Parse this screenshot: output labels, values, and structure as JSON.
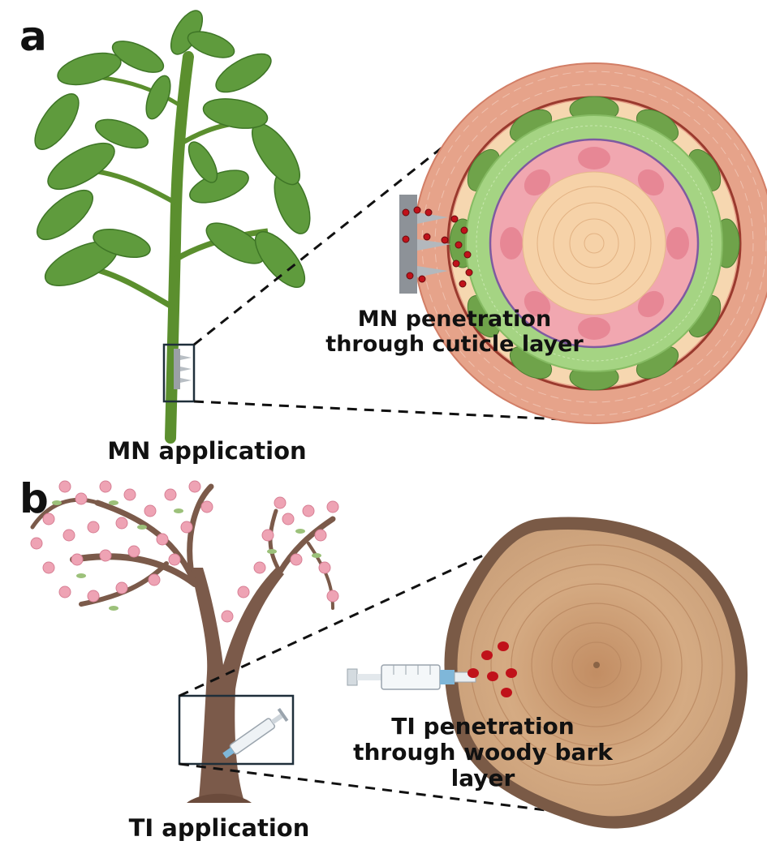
{
  "panel_a": {
    "letter": "a",
    "application_label": "MN application",
    "penetration_label_line1": "MN penetration",
    "penetration_label_line2": "through cuticle layer"
  },
  "panel_b": {
    "letter": "b",
    "application_label": "TI application",
    "penetration_label_line1": "TI penetration",
    "penetration_label_line2": "through woody bark",
    "penetration_label_line3": "layer"
  },
  "colors": {
    "leaf": "#5f9b3d",
    "stem": "#5b8f2e",
    "epidermis": "#e6a38a",
    "cortex": "#f6d7b0",
    "phloem": "#9fd07d",
    "xylem_ring": "#f2a8ad",
    "pith": "#f6d2a8",
    "droplet": "#c0121a",
    "wood": "#c79a72",
    "bark": "#7a5a46",
    "blossom": "#eea3b4",
    "trunk": "#7b5a4a"
  }
}
